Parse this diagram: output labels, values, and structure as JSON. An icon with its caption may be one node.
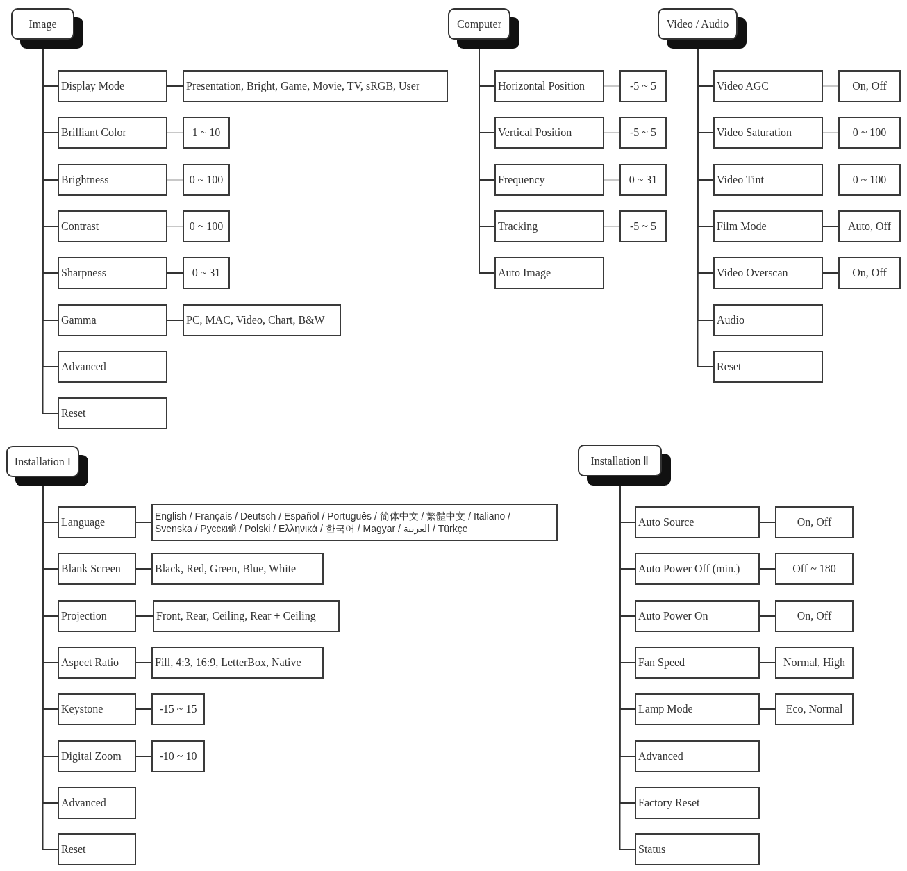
{
  "diagram": {
    "nodes": [
      {
        "text": [
          "Image"
        ]
      },
      {
        "text": [
          "Display Mode"
        ]
      },
      {
        "text": [
          "Presentation, Bright, Game, Movie, TV, sRGB, User"
        ]
      },
      {
        "text": [
          "Brilliant Color"
        ]
      },
      {
        "text": [
          "1 ~ 10"
        ]
      },
      {
        "text": [
          "Brightness"
        ]
      },
      {
        "text": [
          "0 ~ 100"
        ]
      },
      {
        "text": [
          "Contrast"
        ]
      },
      {
        "text": [
          "0 ~ 100"
        ]
      },
      {
        "text": [
          "Sharpness"
        ]
      },
      {
        "text": [
          "0 ~ 31"
        ]
      },
      {
        "text": [
          "Gamma"
        ]
      },
      {
        "text": [
          "PC, MAC, Video, Chart, B&W"
        ]
      },
      {
        "text": [
          "Advanced"
        ]
      },
      {
        "text": [
          "Reset"
        ]
      },
      {
        "text": [
          "Computer"
        ]
      },
      {
        "text": [
          "Horizontal Position"
        ]
      },
      {
        "text": [
          "-5 ~ 5"
        ]
      },
      {
        "text": [
          "Vertical Position"
        ]
      },
      {
        "text": [
          "-5 ~ 5"
        ]
      },
      {
        "text": [
          "Frequency"
        ]
      },
      {
        "text": [
          "0 ~ 31"
        ]
      },
      {
        "text": [
          "Tracking"
        ]
      },
      {
        "text": [
          "-5 ~ 5"
        ]
      },
      {
        "text": [
          "Auto Image"
        ]
      },
      {
        "text": [
          "Video / Audio"
        ]
      },
      {
        "text": [
          "Video AGC"
        ]
      },
      {
        "text": [
          "On, Off"
        ]
      },
      {
        "text": [
          "Video Saturation"
        ]
      },
      {
        "text": [
          "0 ~ 100"
        ]
      },
      {
        "text": [
          "Video Tint"
        ]
      },
      {
        "text": [
          "0 ~ 100"
        ]
      },
      {
        "text": [
          "Film Mode"
        ]
      },
      {
        "text": [
          "Auto, Off"
        ]
      },
      {
        "text": [
          "Video Overscan"
        ]
      },
      {
        "text": [
          "On, Off"
        ]
      },
      {
        "text": [
          "Audio"
        ]
      },
      {
        "text": [
          "Reset"
        ]
      },
      {
        "text": [
          "Installation I"
        ]
      },
      {
        "text": [
          "Language"
        ]
      },
      {
        "text": [
          "English / Français / Deutsch / Español / Português / 简体中文 / 繁體中文 / Italiano / Svenska / Русский / Polski / Ελληνικά / 한국어 / Magyar / العربية / Türkçe"
        ]
      },
      {
        "text": [
          "Blank Screen"
        ]
      },
      {
        "text": [
          "Black, Red, Green, Blue, White"
        ]
      },
      {
        "text": [
          "Projection"
        ]
      },
      {
        "text": [
          "Front, Rear, Ceiling, Rear + Ceiling"
        ]
      },
      {
        "text": [
          "Aspect Ratio"
        ]
      },
      {
        "text": [
          "Fill, 4:3, 16:9, LetterBox, Native"
        ]
      },
      {
        "text": [
          "Keystone"
        ]
      },
      {
        "text": [
          "-15 ~ 15"
        ]
      },
      {
        "text": [
          "Digital Zoom"
        ]
      },
      {
        "text": [
          "-10 ~ 10"
        ]
      },
      {
        "text": [
          "Advanced"
        ]
      },
      {
        "text": [
          "Reset"
        ]
      },
      {
        "text": [
          "Installation Ⅱ"
        ]
      },
      {
        "text": [
          "Auto Source"
        ]
      },
      {
        "text": [
          "On, Off"
        ]
      },
      {
        "text": [
          "Auto Power Off (min.)"
        ]
      },
      {
        "text": [
          "Off ~ 180"
        ]
      },
      {
        "text": [
          "Auto Power On"
        ]
      },
      {
        "text": [
          "On, Off"
        ]
      },
      {
        "text": [
          "Fan Speed"
        ]
      },
      {
        "text": [
          "Normal, High"
        ]
      },
      {
        "text": [
          "Lamp Mode"
        ]
      },
      {
        "text": [
          "Eco, Normal"
        ]
      },
      {
        "text": [
          "Advanced"
        ]
      },
      {
        "text": [
          "Factory Reset"
        ]
      },
      {
        "text": [
          "Status"
        ]
      }
    ],
    "edges": [
      {
        "from": 0,
        "to": 1,
        "arrow": "none"
      },
      {
        "from": 0,
        "to": 3,
        "arrow": "none"
      },
      {
        "from": 0,
        "to": 5,
        "arrow": "none"
      },
      {
        "from": 0,
        "to": 7,
        "arrow": "none"
      },
      {
        "from": 0,
        "to": 9,
        "arrow": "none"
      },
      {
        "from": 0,
        "to": 11,
        "arrow": "none"
      },
      {
        "from": 0,
        "to": 13,
        "arrow": "none"
      },
      {
        "from": 0,
        "to": 14,
        "arrow": "none"
      },
      {
        "from": 1,
        "to": 2,
        "arrow": "none"
      },
      {
        "from": 3,
        "to": 4,
        "arrow": "none",
        "color": "#c8c8c8"
      },
      {
        "from": 5,
        "to": 6,
        "arrow": "none",
        "color": "#c8c8c8"
      },
      {
        "from": 7,
        "to": 8,
        "arrow": "none",
        "color": "#c8c8c8"
      },
      {
        "from": 9,
        "to": 10,
        "arrow": "none"
      },
      {
        "from": 11,
        "to": 12,
        "arrow": "none"
      },
      {
        "from": 15,
        "to": 16,
        "arrow": "none"
      },
      {
        "from": 15,
        "to": 18,
        "arrow": "none"
      },
      {
        "from": 15,
        "to": 20,
        "arrow": "none"
      },
      {
        "from": 15,
        "to": 22,
        "arrow": "none"
      },
      {
        "from": 15,
        "to": 24,
        "arrow": "none"
      },
      {
        "from": 16,
        "to": 17,
        "arrow": "none",
        "color": "#c8c8c8"
      },
      {
        "from": 18,
        "to": 19,
        "arrow": "none",
        "color": "#c8c8c8"
      },
      {
        "from": 20,
        "to": 21,
        "arrow": "none",
        "color": "#c8c8c8"
      },
      {
        "from": 22,
        "to": 23,
        "arrow": "none",
        "color": "#c8c8c8"
      },
      {
        "from": 25,
        "to": 26,
        "arrow": "none"
      },
      {
        "from": 25,
        "to": 28,
        "arrow": "none"
      },
      {
        "from": 25,
        "to": 30,
        "arrow": "none"
      },
      {
        "from": 25,
        "to": 32,
        "arrow": "none"
      },
      {
        "from": 25,
        "to": 34,
        "arrow": "none"
      },
      {
        "from": 25,
        "to": 36,
        "arrow": "none"
      },
      {
        "from": 25,
        "to": 37,
        "arrow": "none"
      },
      {
        "from": 26,
        "to": 27,
        "arrow": "none",
        "color": "#c8c8c8"
      },
      {
        "from": 28,
        "to": 29,
        "arrow": "none",
        "color": "#c8c8c8"
      },
      {
        "from": 32,
        "to": 33,
        "arrow": "none"
      },
      {
        "from": 34,
        "to": 35,
        "arrow": "none"
      },
      {
        "from": 38,
        "to": 39,
        "arrow": "none"
      },
      {
        "from": 38,
        "to": 41,
        "arrow": "none"
      },
      {
        "from": 38,
        "to": 43,
        "arrow": "none"
      },
      {
        "from": 38,
        "to": 45,
        "arrow": "none"
      },
      {
        "from": 38,
        "to": 47,
        "arrow": "none"
      },
      {
        "from": 38,
        "to": 49,
        "arrow": "none"
      },
      {
        "from": 38,
        "to": 51,
        "arrow": "none"
      },
      {
        "from": 38,
        "to": 52,
        "arrow": "none"
      },
      {
        "from": 39,
        "to": 40,
        "arrow": "none"
      },
      {
        "from": 41,
        "to": 42,
        "arrow": "none"
      },
      {
        "from": 43,
        "to": 44,
        "arrow": "none"
      },
      {
        "from": 45,
        "to": 46,
        "arrow": "none"
      },
      {
        "from": 47,
        "to": 48,
        "arrow": "none"
      },
      {
        "from": 49,
        "to": 50,
        "arrow": "none"
      },
      {
        "from": 53,
        "to": 54,
        "arrow": "none"
      },
      {
        "from": 53,
        "to": 56,
        "arrow": "none"
      },
      {
        "from": 53,
        "to": 58,
        "arrow": "none"
      },
      {
        "from": 53,
        "to": 60,
        "arrow": "none"
      },
      {
        "from": 53,
        "to": 62,
        "arrow": "none"
      },
      {
        "from": 53,
        "to": 64,
        "arrow": "none"
      },
      {
        "from": 53,
        "to": 65,
        "arrow": "none"
      },
      {
        "from": 53,
        "to": 66,
        "arrow": "none"
      },
      {
        "from": 54,
        "to": 55,
        "arrow": "none"
      },
      {
        "from": 56,
        "to": 57,
        "arrow": "none"
      },
      {
        "from": 58,
        "to": 59,
        "arrow": "none"
      },
      {
        "from": 60,
        "to": 61,
        "arrow": "none"
      },
      {
        "from": 62,
        "to": 63,
        "arrow": "none"
      }
    ]
  }
}
